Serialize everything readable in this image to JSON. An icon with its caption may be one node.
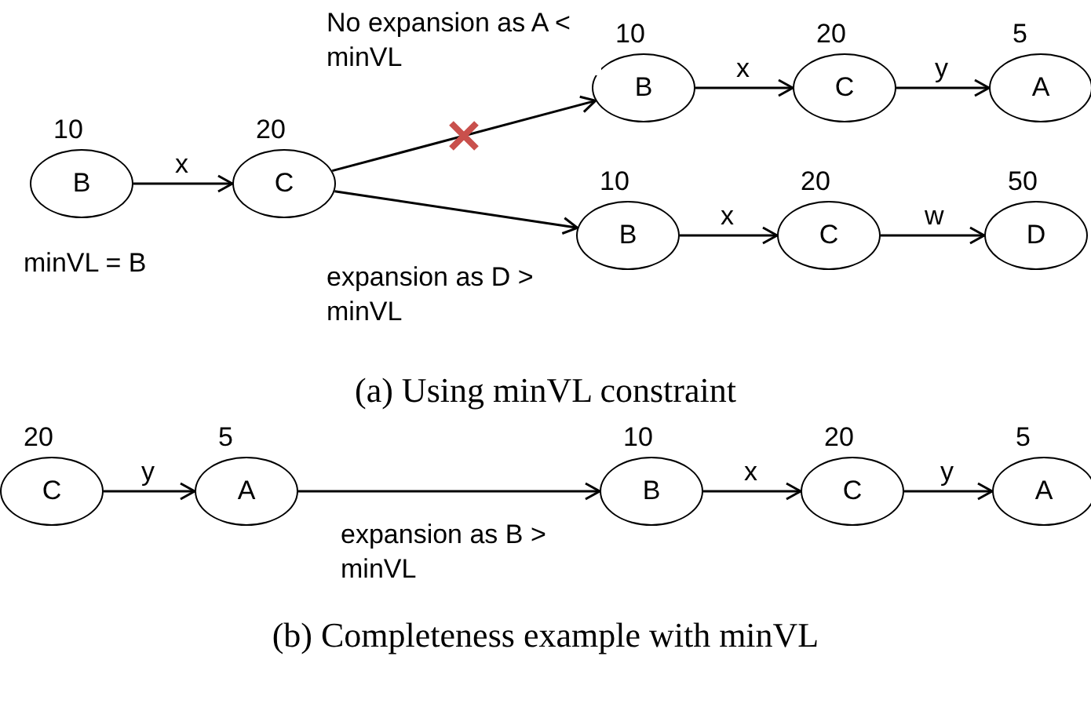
{
  "diagram": {
    "nodes": [
      {
        "text": [
          "B"
        ],
        "beside": [
          "10"
        ]
      },
      {
        "text": [
          "C"
        ],
        "beside": [
          "20"
        ]
      },
      {
        "text": [
          "B"
        ],
        "beside": [
          "10"
        ]
      },
      {
        "text": [
          "C"
        ],
        "beside": [
          "20"
        ]
      },
      {
        "text": [
          "A"
        ],
        "beside": [
          "5"
        ]
      },
      {
        "text": [
          "B"
        ],
        "beside": [
          "10"
        ]
      },
      {
        "text": [
          "C"
        ],
        "beside": [
          "20"
        ]
      },
      {
        "text": [
          "D"
        ],
        "beside": [
          "50"
        ]
      },
      {
        "text": [
          "C"
        ],
        "beside": [
          "20"
        ]
      },
      {
        "text": [
          "A"
        ],
        "beside": [
          "5"
        ]
      },
      {
        "text": [
          "B"
        ],
        "beside": [
          "10"
        ]
      },
      {
        "text": [
          "C"
        ],
        "beside": [
          "20"
        ]
      },
      {
        "text": [
          "A"
        ],
        "beside": [
          "5"
        ]
      }
    ],
    "edges": [
      {
        "from": 0,
        "to": 1,
        "arrow": "to",
        "label": "x"
      },
      {
        "from": 1,
        "to": 2,
        "arrow": "to",
        "label": "No expansion as A < minVL"
      },
      {
        "from": 1,
        "to": 5,
        "arrow": "to",
        "label": "expansion as D > minVL"
      },
      {
        "from": 2,
        "to": 3,
        "arrow": "to",
        "label": "x"
      },
      {
        "from": 3,
        "to": 4,
        "arrow": "to",
        "label": "y"
      },
      {
        "from": 5,
        "to": 6,
        "arrow": "to",
        "label": "x"
      },
      {
        "from": 6,
        "to": 7,
        "arrow": "to",
        "label": "w"
      },
      {
        "from": 8,
        "to": 9,
        "arrow": "to",
        "label": "y"
      },
      {
        "from": 9,
        "to": 10,
        "arrow": "to",
        "label": "expansion as B > minVL"
      },
      {
        "from": 10,
        "to": 11,
        "arrow": "to",
        "label": "x"
      },
      {
        "from": 11,
        "to": 12,
        "arrow": "to",
        "label": "y"
      }
    ],
    "labels": [
      "minVL = B",
      "(a) Using minVL constraint",
      "(b) Completeness example with minVL"
    ]
  }
}
